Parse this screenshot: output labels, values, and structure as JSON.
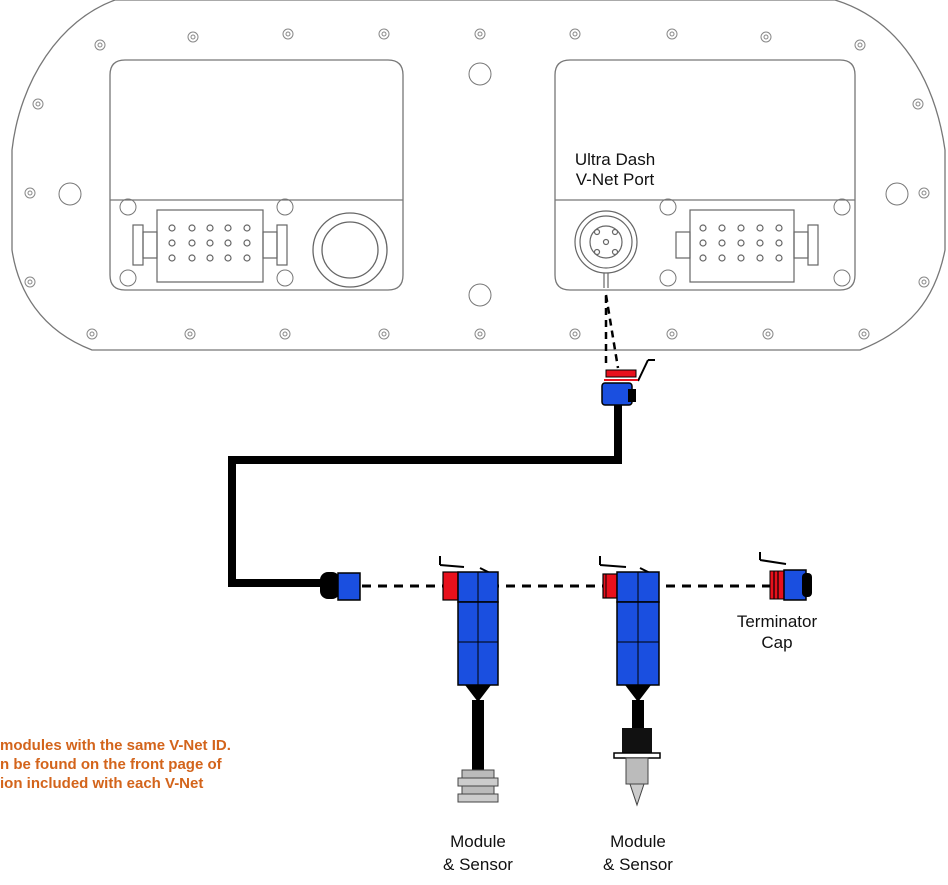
{
  "labels": {
    "port_line1": "Ultra Dash",
    "port_line2": "V-Net Port",
    "terminator_line1": "Terminator",
    "terminator_line2": "Cap",
    "module1_line1": "Module",
    "module1_line2": "& Sensor",
    "module2_line1": "Module",
    "module2_line2": "& Sensor"
  },
  "note": {
    "line1": "modules with the same V-Net ID.",
    "line2": "n be found on the front page of",
    "line3": "ion included with each V-Net"
  },
  "colors": {
    "connector_blue": "#1a4fe0",
    "connector_red": "#e8101c",
    "note_orange": "#d3641b",
    "cable_black": "#000000",
    "outline_gray": "#777777"
  }
}
